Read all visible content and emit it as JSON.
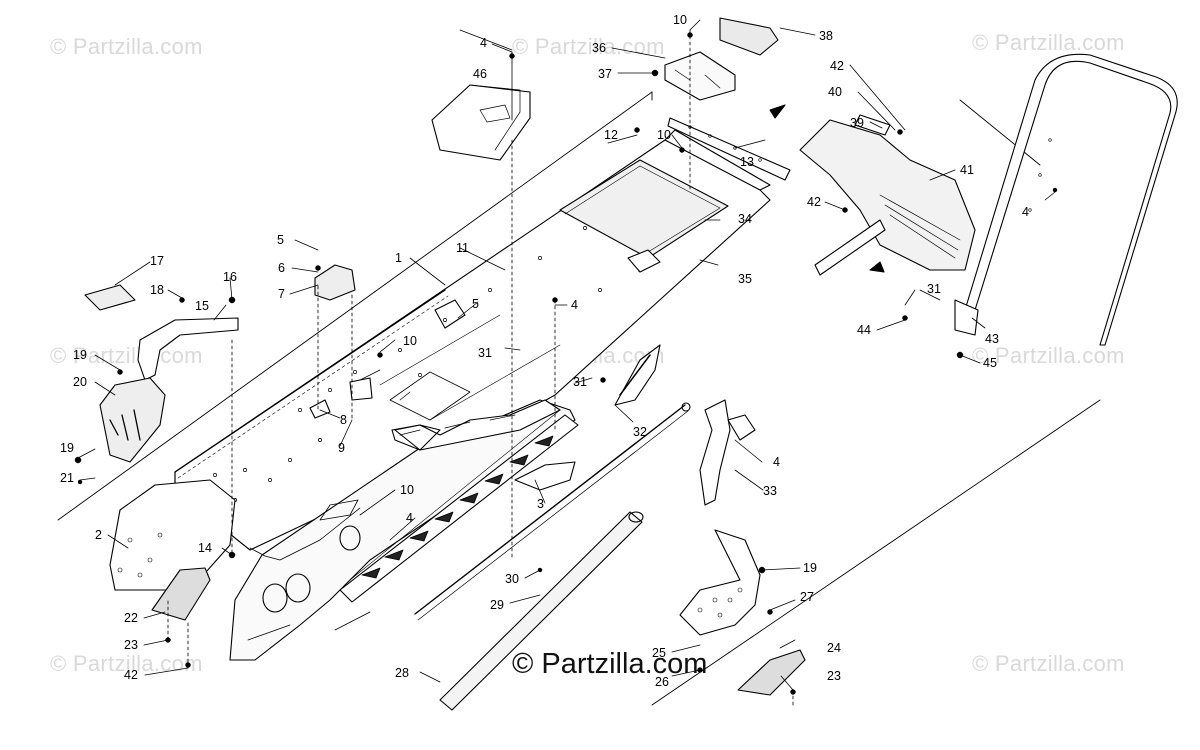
{
  "watermarks": {
    "top_left": "© Partzilla.com",
    "top_center": "© Partzilla.com",
    "top_right": "© Partzilla.com",
    "mid_left": "© Partzilla.com",
    "mid_center": "© Partzilla.com",
    "mid_right": "© Partzilla.com",
    "bottom_left": "© Partzilla.com",
    "bottom_right": "© Partzilla.com"
  },
  "brand": "© Partzilla.com",
  "callouts": [
    {
      "id": "c1",
      "text": "1"
    },
    {
      "id": "c2",
      "text": "2"
    },
    {
      "id": "c3",
      "text": "3"
    },
    {
      "id": "c4a",
      "text": "4"
    },
    {
      "id": "c4b",
      "text": "4"
    },
    {
      "id": "c4c",
      "text": "4"
    },
    {
      "id": "c4d",
      "text": "4"
    },
    {
      "id": "c4e",
      "text": "4"
    },
    {
      "id": "c5a",
      "text": "5"
    },
    {
      "id": "c5b",
      "text": "5"
    },
    {
      "id": "c6",
      "text": "6"
    },
    {
      "id": "c7",
      "text": "7"
    },
    {
      "id": "c8",
      "text": "8"
    },
    {
      "id": "c9",
      "text": "9"
    },
    {
      "id": "c10a",
      "text": "10"
    },
    {
      "id": "c10b",
      "text": "10"
    },
    {
      "id": "c10c",
      "text": "10"
    },
    {
      "id": "c10d",
      "text": "10"
    },
    {
      "id": "c11",
      "text": "11"
    },
    {
      "id": "c12",
      "text": "12"
    },
    {
      "id": "c13",
      "text": "13"
    },
    {
      "id": "c14",
      "text": "14"
    },
    {
      "id": "c15",
      "text": "15"
    },
    {
      "id": "c16",
      "text": "16"
    },
    {
      "id": "c17",
      "text": "17"
    },
    {
      "id": "c18",
      "text": "18"
    },
    {
      "id": "c19a",
      "text": "19"
    },
    {
      "id": "c19b",
      "text": "19"
    },
    {
      "id": "c19c",
      "text": "19"
    },
    {
      "id": "c20",
      "text": "20"
    },
    {
      "id": "c21",
      "text": "21"
    },
    {
      "id": "c22",
      "text": "22"
    },
    {
      "id": "c23a",
      "text": "23"
    },
    {
      "id": "c23b",
      "text": "23"
    },
    {
      "id": "c24",
      "text": "24"
    },
    {
      "id": "c25",
      "text": "25"
    },
    {
      "id": "c26",
      "text": "26"
    },
    {
      "id": "c27",
      "text": "27"
    },
    {
      "id": "c28",
      "text": "28"
    },
    {
      "id": "c29",
      "text": "29"
    },
    {
      "id": "c30",
      "text": "30"
    },
    {
      "id": "c31a",
      "text": "31"
    },
    {
      "id": "c31b",
      "text": "31"
    },
    {
      "id": "c31c",
      "text": "31"
    },
    {
      "id": "c32",
      "text": "32"
    },
    {
      "id": "c33",
      "text": "33"
    },
    {
      "id": "c34",
      "text": "34"
    },
    {
      "id": "c35",
      "text": "35"
    },
    {
      "id": "c36",
      "text": "36"
    },
    {
      "id": "c37",
      "text": "37"
    },
    {
      "id": "c38",
      "text": "38"
    },
    {
      "id": "c39",
      "text": "39"
    },
    {
      "id": "c40",
      "text": "40"
    },
    {
      "id": "c41",
      "text": "41"
    },
    {
      "id": "c42a",
      "text": "42"
    },
    {
      "id": "c42b",
      "text": "42"
    },
    {
      "id": "c42c",
      "text": "42"
    },
    {
      "id": "c43",
      "text": "43"
    },
    {
      "id": "c44",
      "text": "44"
    },
    {
      "id": "c45",
      "text": "45"
    },
    {
      "id": "c46",
      "text": "46"
    }
  ],
  "colors": {
    "line": "#000000",
    "watermark": "#d9d9d9",
    "background": "#ffffff",
    "part_fill": "#e8e8e8"
  }
}
